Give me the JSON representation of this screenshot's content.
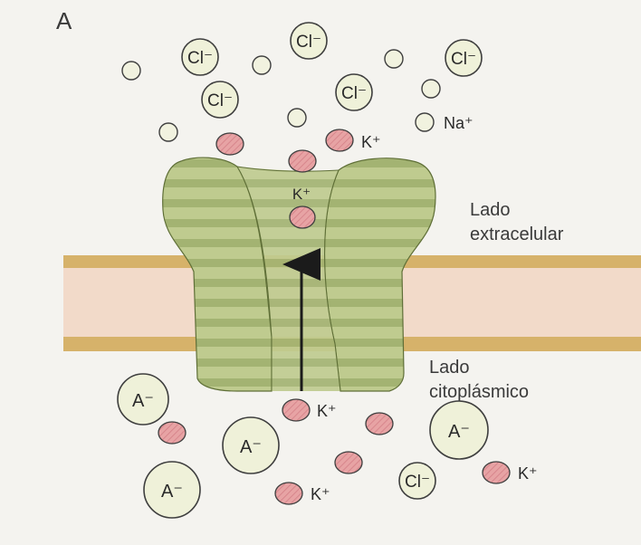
{
  "panel_letter": "A",
  "labels": {
    "extracellular_line1": "Lado",
    "extracellular_line2": "extracelular",
    "cytoplasmic_line1": "Lado",
    "cytoplasmic_line2": "citoplásmico"
  },
  "ions": {
    "chloride": "Cl⁻",
    "sodium": "Na⁺",
    "potassium": "K⁺",
    "anion": "A⁻"
  },
  "colors": {
    "background": "#f4f3ef",
    "membrane_band": "#d9b46a",
    "membrane_core": "#f3dccb",
    "channel_green": "#b9c78a",
    "channel_stripe": "#9fb06e",
    "potassium_fill": "#e8a3a3",
    "chloride_fill": "#eef0d8",
    "anion_fill": "#eef0d8"
  }
}
